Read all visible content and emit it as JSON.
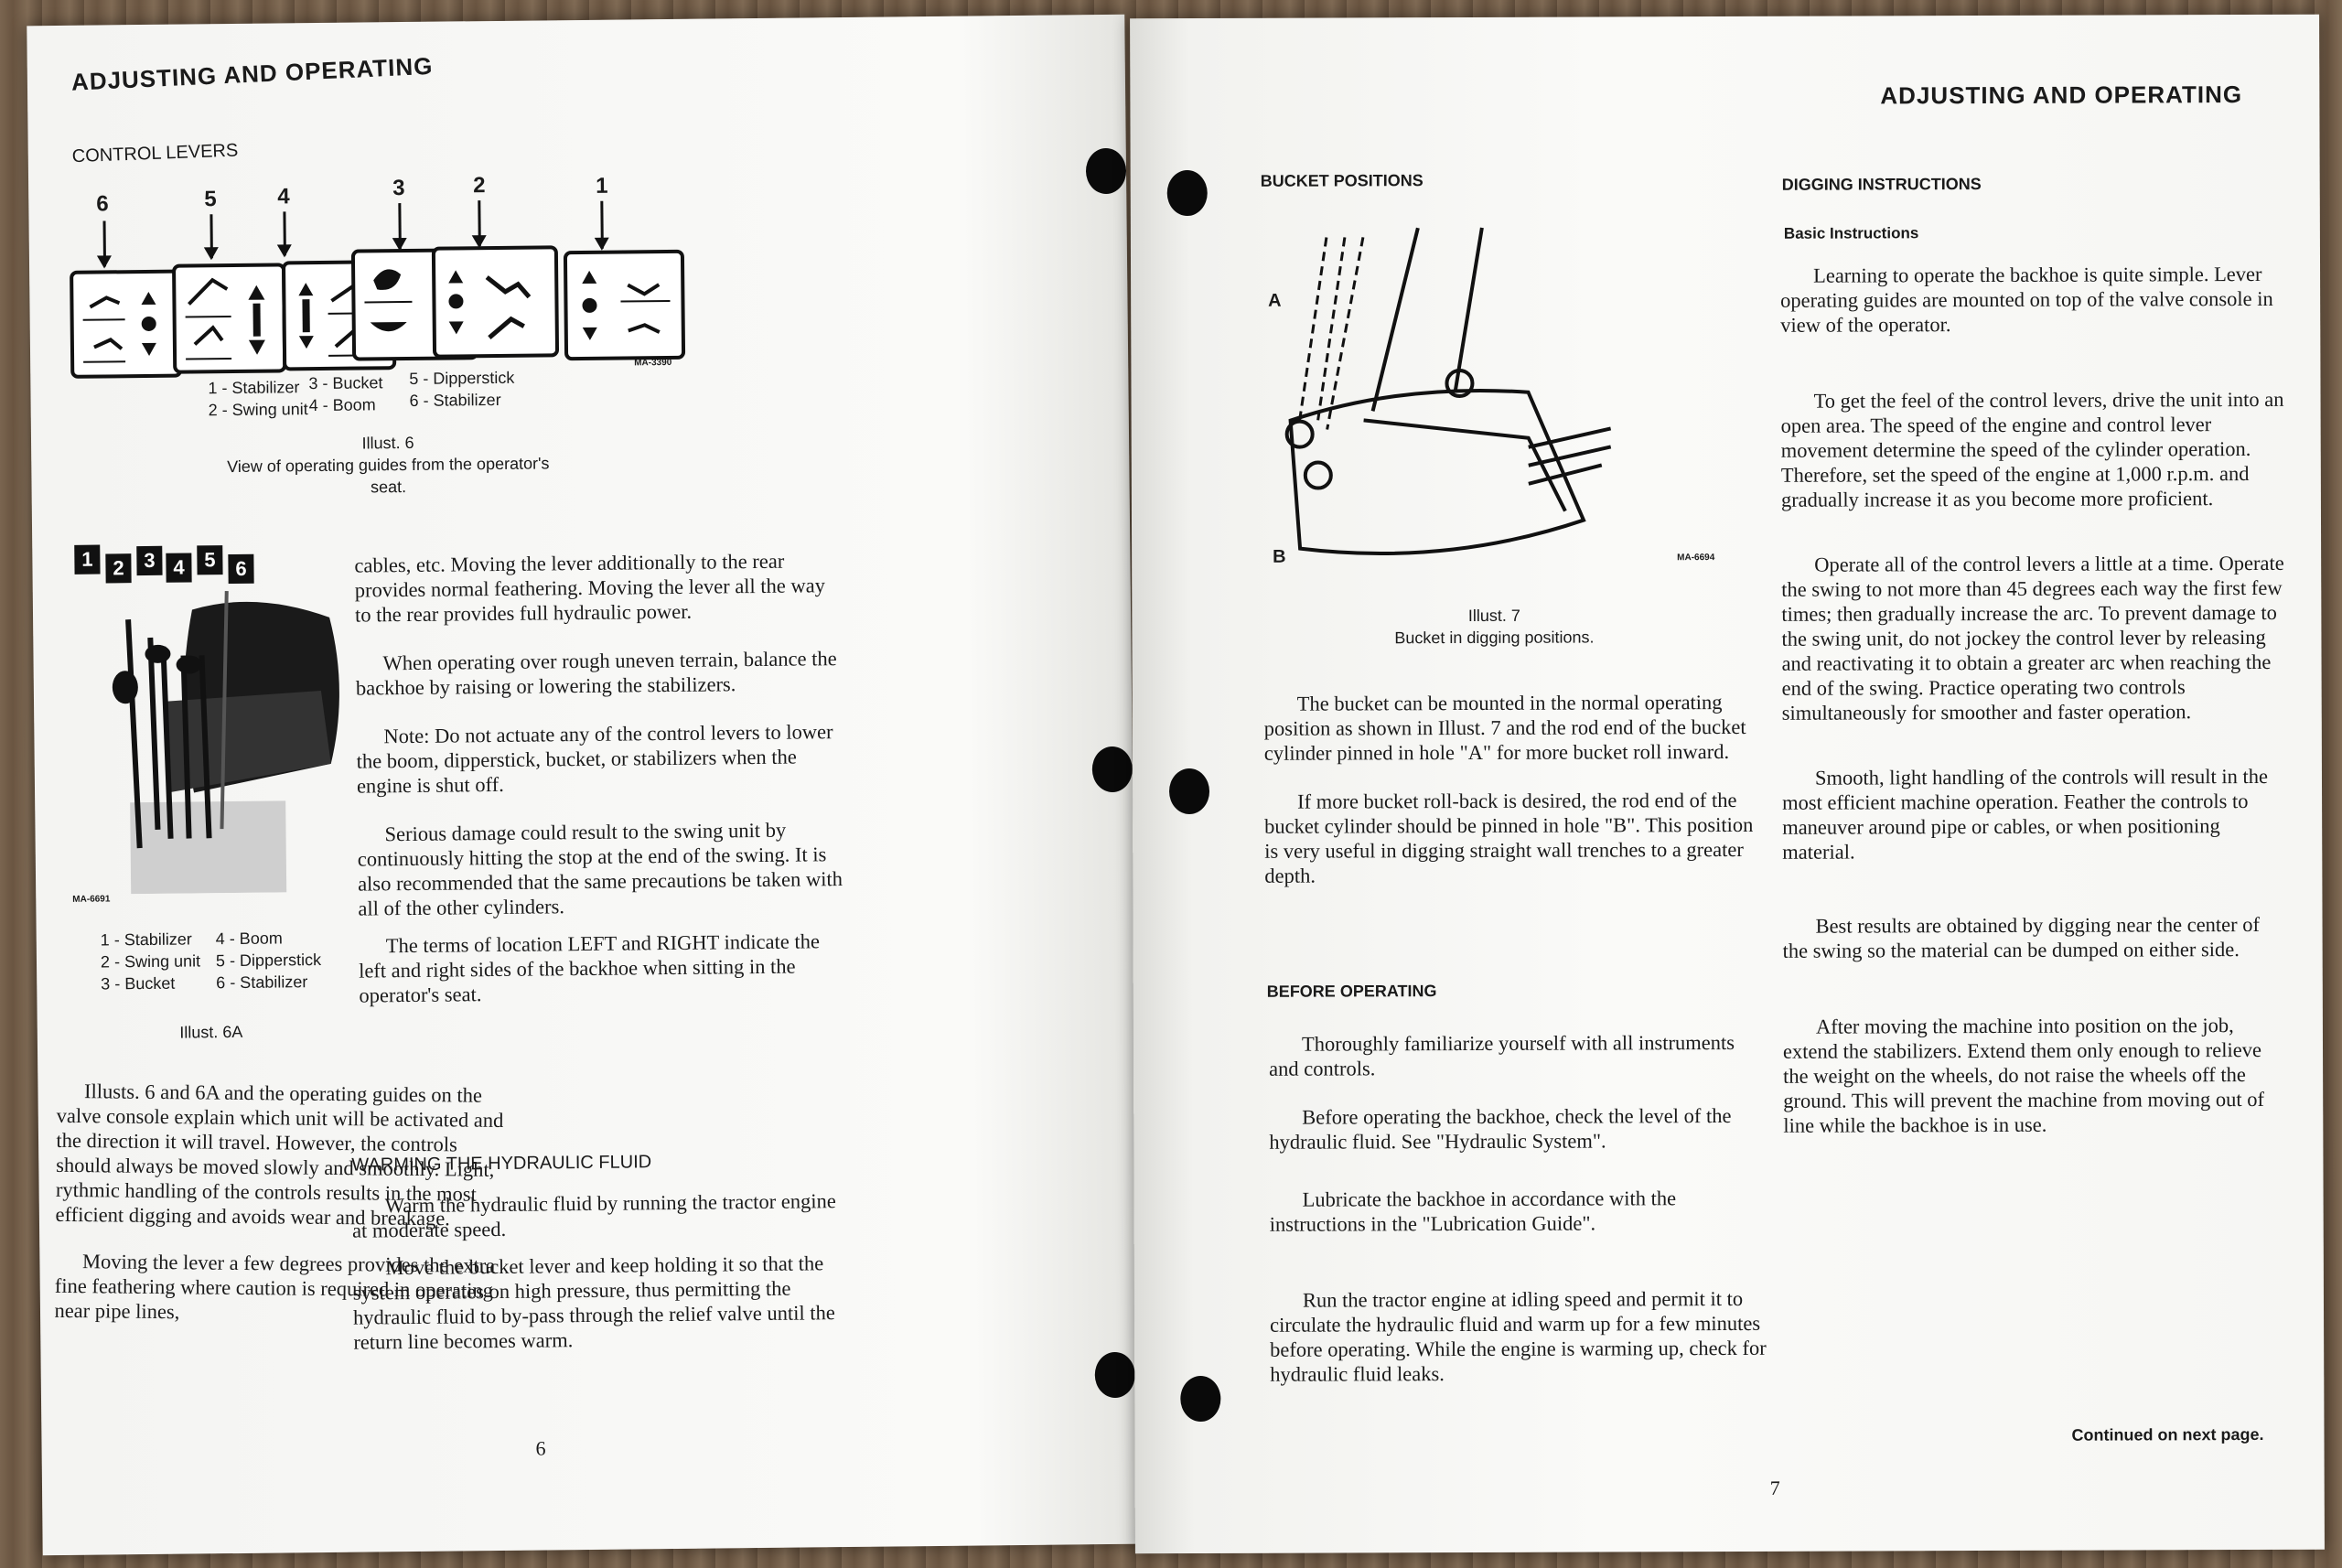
{
  "left_page": {
    "header": "ADJUSTING AND OPERATING",
    "section_control_levers": "CONTROL LEVERS",
    "guide_numbers": [
      "6",
      "5",
      "4",
      "3",
      "2",
      "1"
    ],
    "guide_code": "MA-3390",
    "guide_legend": {
      "col1": [
        "1 - Stabilizer",
        "2 - Swing unit"
      ],
      "col2": [
        "3 - Bucket",
        "4 - Boom"
      ],
      "col3": [
        "5 - Dipperstick",
        "6 - Stabilizer"
      ]
    },
    "illust6_title": "Illust. 6",
    "illust6_caption": "View of operating guides from the operator's seat.",
    "seat_tags": [
      "1",
      "2",
      "3",
      "4",
      "5",
      "6"
    ],
    "seat_code": "MA-6691",
    "seat_legend": {
      "col1": [
        "1 - Stabilizer",
        "2 - Swing unit",
        "3 - Bucket"
      ],
      "col2": [
        "4 - Boom",
        "5 - Dipperstick",
        "6 - Stabilizer"
      ]
    },
    "illust6a_title": "Illust. 6A",
    "col1_paragraphs": [
      "Illusts. 6 and 6A and the operating guides on the valve console explain which unit will be activated and the direction it will travel. However, the controls should always be moved slowly and smoothly. Light, rythmic handling of the controls results in the most efficient digging and avoids wear and breakage.",
      "Moving the lever a few degrees provides the extra fine feathering where caution is required in operating near pipe lines,"
    ],
    "col2_paragraphs": [
      "cables, etc. Moving the lever additionally to the rear provides normal feathering. Moving the lever all the way to the rear provides full hydraulic power.",
      "When operating over rough uneven terrain, balance the backhoe by raising or lowering the stabilizers.",
      "Note: Do not actuate any of the control levers to lower the boom, dipperstick, bucket, or stabilizers when the engine is shut off.",
      "Serious damage could result to the swing unit by continuously hitting the stop at the end of the swing. It is also recommended that the same precautions be taken with all of the other cylinders.",
      "The terms of location LEFT and RIGHT indicate the left and right sides of the backhoe when sitting in the operator's seat."
    ],
    "warming_heading": "WARMING THE HYDRAULIC FLUID",
    "warming_paragraphs": [
      "Warm the hydraulic fluid by running the tractor engine at moderate speed.",
      "Move the bucket lever and keep holding it so that the system operates on high pressure, thus permitting the hydraulic fluid to by-pass through the relief valve until the return line becomes warm."
    ],
    "page_number": "6"
  },
  "right_page": {
    "header": "ADJUSTING AND OPERATING",
    "bucket_heading": "BUCKET POSITIONS",
    "bucket_labels": {
      "a": "A",
      "b": "B",
      "code": "MA-6694"
    },
    "illust7_title": "Illust. 7",
    "illust7_caption": "Bucket in digging positions.",
    "bucket_paragraphs": [
      "The bucket can be mounted in the normal operating position as shown in Illust. 7 and the rod end of the bucket cylinder pinned in hole \"A\" for more bucket roll inward.",
      "If more bucket roll-back is desired, the rod end of the bucket cylinder should be pinned in hole \"B\". This position is very useful in digging straight wall trenches to a greater depth."
    ],
    "before_heading": "BEFORE OPERATING",
    "before_paragraphs": [
      "Thoroughly familiarize yourself with all instruments and controls.",
      "Before operating the backhoe, check the level of the hydraulic fluid. See \"Hydraulic System\".",
      "Lubricate the backhoe in accordance with the instructions in the \"Lubrication Guide\".",
      "Run the tractor engine at idling speed and permit it to circulate the hydraulic fluid and warm up for a few minutes before operating. While the engine is warming up, check for hydraulic fluid leaks."
    ],
    "digging_heading": "DIGGING INSTRUCTIONS",
    "basic_heading": "Basic Instructions",
    "digging_paragraphs": [
      "Learning to operate the backhoe is quite simple. Lever operating guides are mounted on top of the valve console in view of the operator.",
      "To get the feel of the control levers, drive the unit into an open area. The speed of the engine and control lever movement determine the speed of the cylinder operation. Therefore, set the speed of the engine at 1,000 r.p.m. and gradually increase it as you become more proficient.",
      "Operate all of the control levers a little at a time. Operate the swing to not more than 45 degrees each way the first few times; then gradually increase the arc. To prevent damage to the swing unit, do not jockey the control lever by releasing and reactivating it to obtain a greater arc when reaching the end of the swing. Practice operating two controls simultaneously for smoother and faster operation.",
      "Smooth, light handling of the controls will result in the most efficient machine operation. Feather the controls to maneuver around pipe or cables, or when positioning material.",
      "Best results are obtained by digging near the center of the swing so the material can be dumped on either side.",
      "After moving the machine into position on the job, extend the stabilizers. Extend them only enough to relieve the weight on the wheels, do not raise the wheels off the ground. This will prevent the machine from moving out of line while the backhoe is in use."
    ],
    "continued": "Continued on next page.",
    "page_number": "7"
  }
}
